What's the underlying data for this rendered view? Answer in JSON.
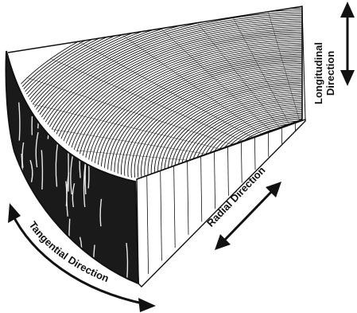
{
  "figure": {
    "labels": {
      "longitudinal_line1": "Longitudinal",
      "longitudinal_line2": "Direction",
      "radial": "Radial Direction",
      "tangential": "Tangential Direction"
    },
    "colors": {
      "ink": "#111111",
      "paper": "#ffffff",
      "bark_dark": "#1a1a1a"
    }
  }
}
